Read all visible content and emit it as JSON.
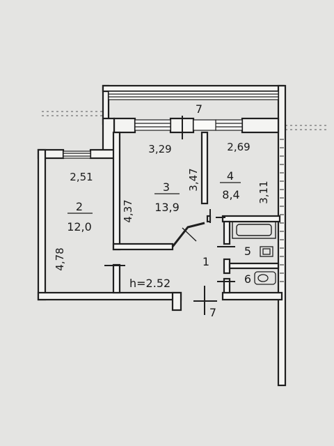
{
  "plan": {
    "ceiling_height": "h=2.52",
    "balcony_label": "7",
    "entrance_label": "7",
    "rooms": [
      {
        "number": "1"
      },
      {
        "number": "2",
        "area": "12,0",
        "width": "2,51",
        "length": "4,78"
      },
      {
        "number": "3",
        "area": "13,9",
        "width": "3,29",
        "length": "4,37",
        "side": "3,47"
      },
      {
        "number": "4",
        "area": "8,4",
        "width": "2,69",
        "length": "3,11"
      },
      {
        "number": "5"
      },
      {
        "number": "6"
      }
    ]
  },
  "colors": {
    "paper": "#e6e6e4",
    "wall": "#1f1f1f",
    "wall_fill": "#f4f4f2"
  }
}
